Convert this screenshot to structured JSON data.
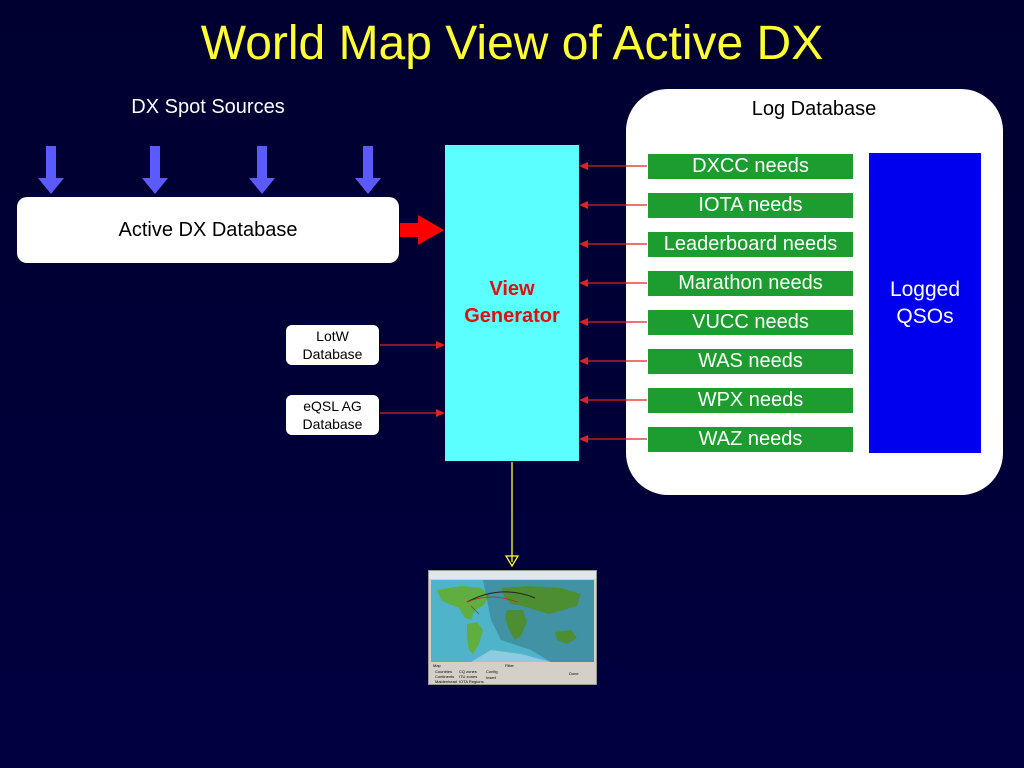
{
  "title": "World Map View of Active DX",
  "spot_sources_label": "DX Spot Sources",
  "active_dx_db": "Active DX Database",
  "view_generator": [
    "View",
    "Generator"
  ],
  "lotw": [
    "LotW",
    "Database"
  ],
  "eqsl": [
    "eQSL AG",
    "Database"
  ],
  "log_database": {
    "label": "Log Database",
    "needs": [
      "DXCC needs",
      "IOTA needs",
      "Leaderboard needs",
      "Marathon needs",
      "VUCC needs",
      "WAS needs",
      "WPX needs",
      "WAZ needs"
    ],
    "logged_qsos": [
      "Logged",
      "QSOs"
    ]
  },
  "colors": {
    "title": "#ffff33",
    "spot_arrow": "#5a5aff",
    "red_arrow": "#ff0000",
    "link_arrow": "#dd2222",
    "output_arrow": "#ffff33",
    "need_box": "#1d9d2f",
    "logged_qsos": "#0000ee",
    "view_generator": "#5cffff"
  },
  "thumbnail": {
    "section_map": "Map",
    "section_filter": "Filter",
    "map_options": [
      "Countries",
      "Continents",
      "Maidenhead",
      "CQ zones",
      "ITU zones",
      "IOTA Regions"
    ],
    "buttons": [
      "Config",
      "Insert",
      "Done"
    ]
  }
}
